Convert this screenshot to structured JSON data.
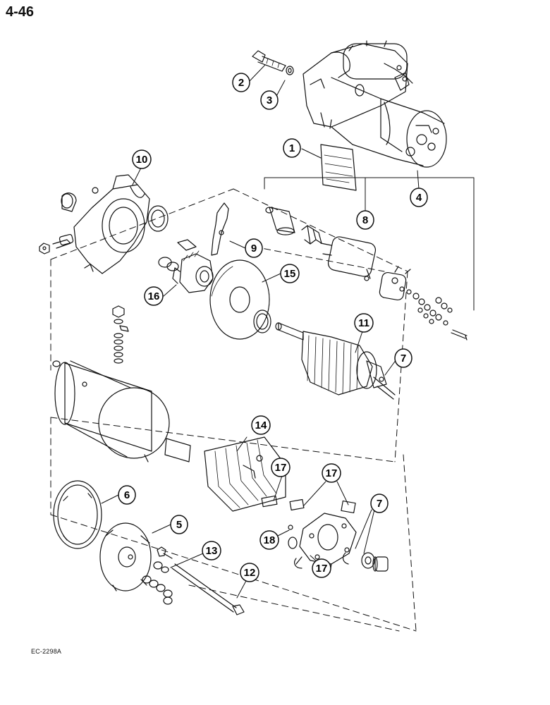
{
  "page": {
    "number": "4-46",
    "figure_code": "EC-2298A"
  },
  "callouts": [
    {
      "id": "callout-1",
      "label": "1"
    },
    {
      "id": "callout-2",
      "label": "2"
    },
    {
      "id": "callout-3",
      "label": "3"
    },
    {
      "id": "callout-4",
      "label": "4"
    },
    {
      "id": "callout-5",
      "label": "5"
    },
    {
      "id": "callout-6",
      "label": "6"
    },
    {
      "id": "callout-7a",
      "label": "7"
    },
    {
      "id": "callout-7b",
      "label": "7"
    },
    {
      "id": "callout-8",
      "label": "8"
    },
    {
      "id": "callout-9",
      "label": "9"
    },
    {
      "id": "callout-10",
      "label": "10"
    },
    {
      "id": "callout-11",
      "label": "11"
    },
    {
      "id": "callout-12",
      "label": "12"
    },
    {
      "id": "callout-13",
      "label": "13"
    },
    {
      "id": "callout-14",
      "label": "14"
    },
    {
      "id": "callout-15",
      "label": "15"
    },
    {
      "id": "callout-16",
      "label": "16"
    },
    {
      "id": "callout-17a",
      "label": "17"
    },
    {
      "id": "callout-17b",
      "label": "17"
    },
    {
      "id": "callout-17c",
      "label": "17"
    },
    {
      "id": "callout-18",
      "label": "18"
    }
  ]
}
